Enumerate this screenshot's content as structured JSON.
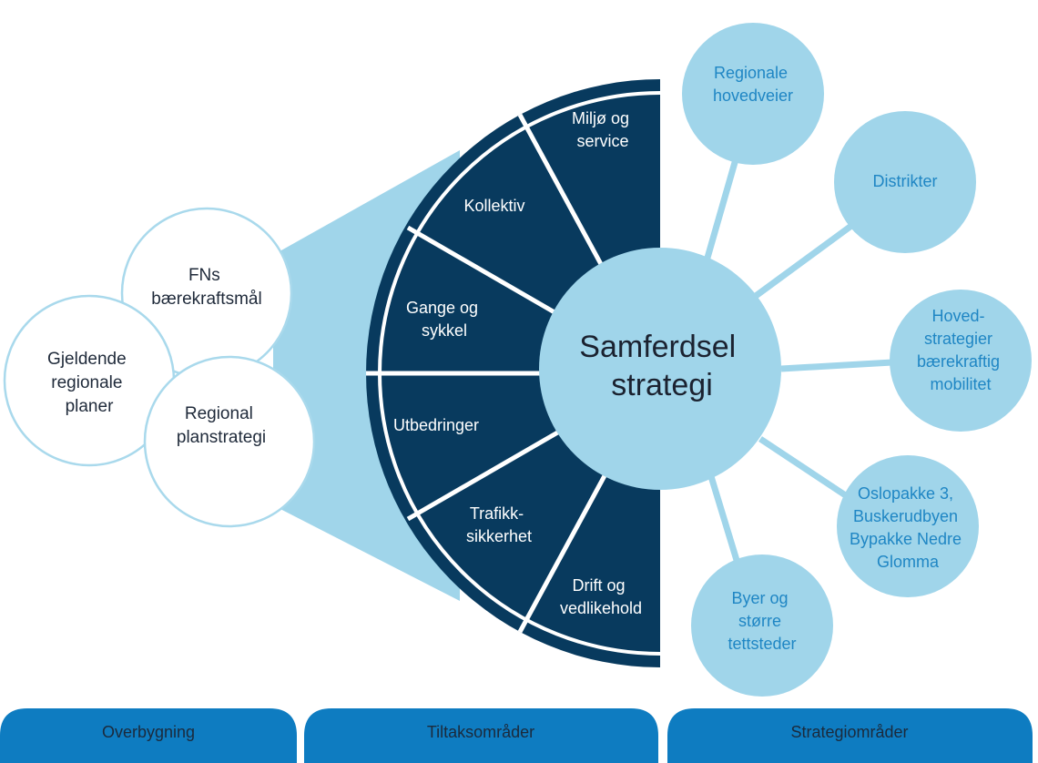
{
  "colors": {
    "dark_navy": "#083a5e",
    "light_blue": "#a0d5ea",
    "circle_outline": "#a9d9ec",
    "right_text": "#1f86c4",
    "bar_blue": "#0e7cc1"
  },
  "left_circles": [
    [
      "FNs",
      "bærekraftsmål"
    ],
    [
      "Gjeldende",
      "regionale",
      "planer"
    ],
    [
      "Regional",
      "planstrategi"
    ]
  ],
  "segments": [
    [
      "Miljø og",
      "service"
    ],
    [
      "Kollektiv"
    ],
    [
      "Gange og",
      "sykkel"
    ],
    [
      "Utbedringer"
    ],
    [
      "Trafikk-",
      "sikkerhet"
    ],
    [
      "Drift og",
      "vedlikehold"
    ]
  ],
  "center": [
    "Samferdsel",
    "strategi"
  ],
  "right_circles": [
    [
      "Regionale",
      "hovedveier"
    ],
    [
      "Distrikter"
    ],
    [
      "Hoved-",
      "strategier",
      "bærekraftig",
      "mobilitet"
    ],
    [
      "Oslopakke 3,",
      "Buskerudbyen",
      "Bypakke Nedre",
      "Glomma"
    ],
    [
      "Byer og",
      "større",
      "tettsteder"
    ]
  ],
  "bottom_bars": [
    "Overbygning",
    "Tiltaksområder",
    "Strategiområder"
  ]
}
